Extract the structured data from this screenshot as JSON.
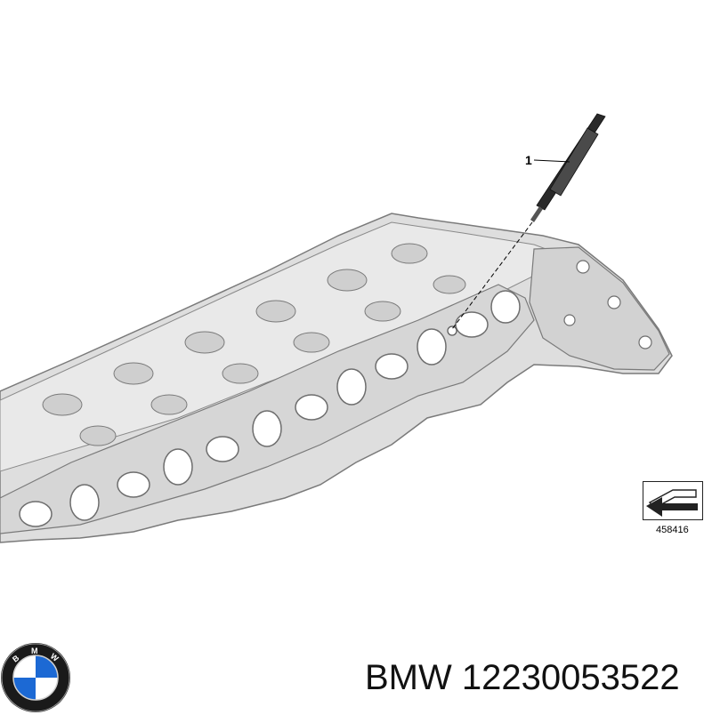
{
  "diagram": {
    "callout_number": "1",
    "reference_number": "458416"
  },
  "part": {
    "brand": "BMW",
    "number": "12230053522"
  },
  "colors": {
    "head_fill": "#dcdcdc",
    "head_shadow": "#b5b5b5",
    "outline": "#6f6f6f",
    "glow_plug": "#2a2a2a",
    "logo_blue": "#1c69d4",
    "logo_ring": "#1a1a1a"
  },
  "icons": {
    "reference_badge": "arrow-bracket-icon",
    "brand_logo": "bmw-roundel-logo"
  }
}
